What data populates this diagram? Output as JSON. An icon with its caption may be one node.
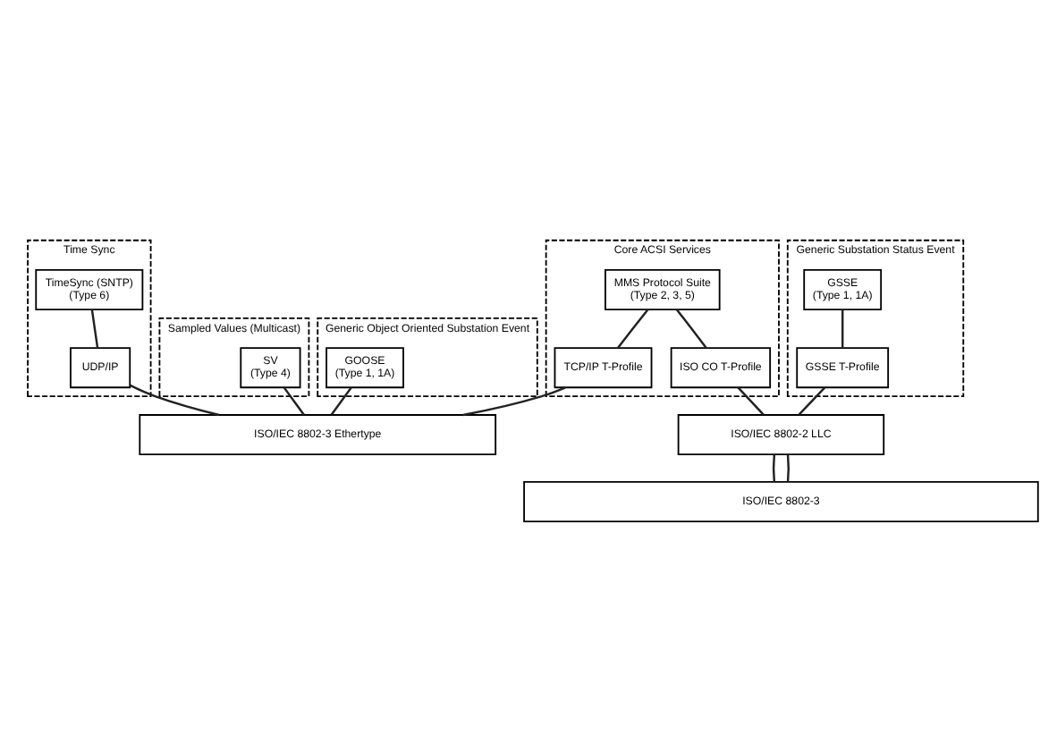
{
  "diagram": {
    "nodes": [
      {
        "text": [
          "Sampled Values (Multicast)"
        ]
      },
      {
        "text": [
          "SV",
          "(Type 4)"
        ],
        "in": 0
      },
      {
        "text": [
          "Generic Object Oriented Substation Event"
        ]
      },
      {
        "text": [
          "GOOSE",
          "(Type 1, 1A)"
        ],
        "in": 2
      },
      {
        "text": [
          "Time Sync"
        ]
      },
      {
        "text": [
          "TimeSync (SNTP)",
          "(Type 6)"
        ],
        "in": 4
      },
      {
        "text": [
          "Core ACSI Services"
        ]
      },
      {
        "text": [
          "MMS Protocol Suite",
          "(Type 2, 3, 5)"
        ],
        "in": 6
      },
      {
        "text": [
          "Generic Substation Status Event"
        ]
      },
      {
        "text": [
          "GSSE",
          "(Type 1, 1A)"
        ],
        "in": 8
      },
      {
        "text": [
          "UDP/IP"
        ],
        "in": 4
      },
      {
        "text": [
          "TCP/IP T-Profile"
        ],
        "in": 6
      },
      {
        "text": [
          "ISO CO T-Profile"
        ],
        "in": 6
      },
      {
        "text": [
          "GSSE T-Profile"
        ],
        "in": 8
      },
      {
        "text": [
          "ISO/IEC 8802-2 LLC"
        ]
      },
      {
        "text": [
          "ISO/IEC 8802-3 Ethertype"
        ]
      },
      {
        "text": [
          "ISO/IEC 8802-3"
        ]
      }
    ],
    "edges": [
      {
        "from": 1,
        "to": 15,
        "arrow": "none"
      },
      {
        "from": 3,
        "to": 15,
        "arrow": "none"
      },
      {
        "from": 5,
        "to": 10,
        "arrow": "none"
      },
      {
        "from": 7,
        "to": 11,
        "arrow": "none"
      },
      {
        "from": 7,
        "to": 12,
        "arrow": "none"
      },
      {
        "from": 9,
        "to": 13,
        "arrow": "none"
      },
      {
        "from": 10,
        "to": 15,
        "arrow": "none"
      },
      {
        "from": 11,
        "to": 15,
        "arrow": "none"
      },
      {
        "from": 12,
        "to": 14,
        "arrow": "none"
      },
      {
        "from": 13,
        "to": 14,
        "arrow": "none"
      },
      {
        "from": 14,
        "to": 16,
        "arrow": "none"
      },
      {
        "from": 14,
        "to": 16,
        "arrow": "none"
      }
    ]
  }
}
